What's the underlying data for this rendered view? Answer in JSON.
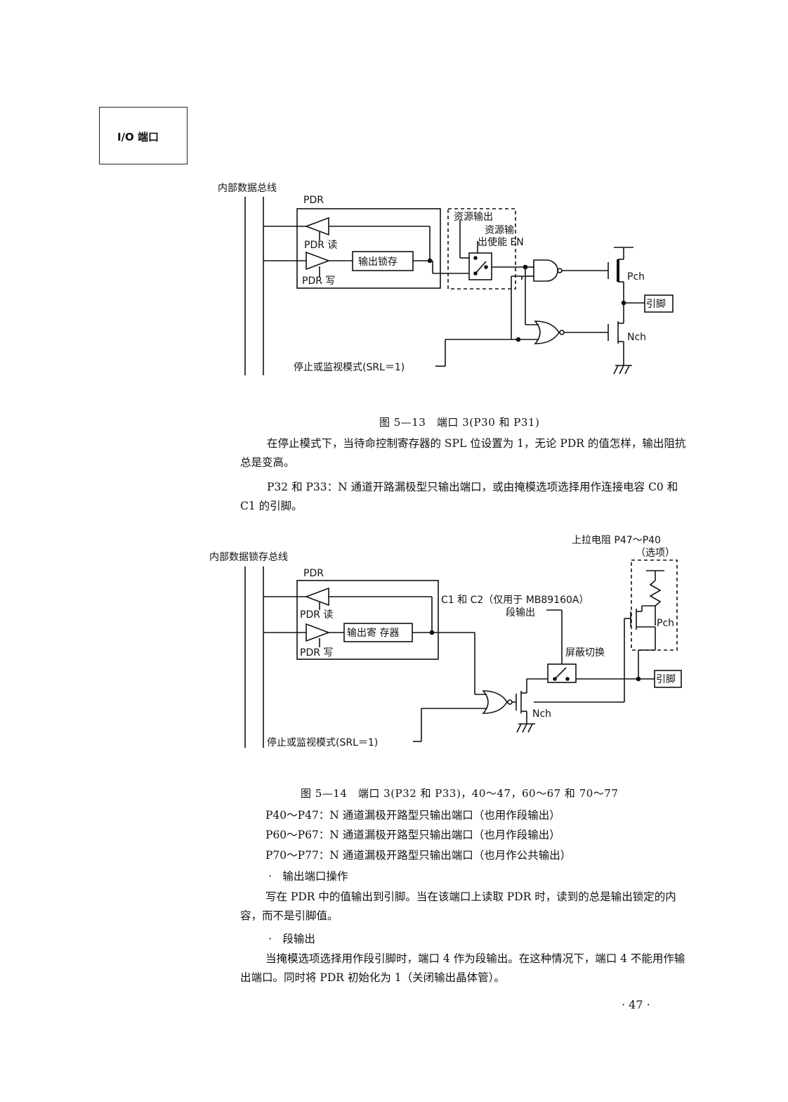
{
  "header": {
    "section_label": "I/O 端口"
  },
  "figure1": {
    "bus_label": "内部数据总线",
    "pdr_label": "PDR",
    "pdr_read": "PDR 读",
    "pdr_write": "PDR 写",
    "latch_label": "输出锁存",
    "resource_output": "资源输出",
    "resource_enable_1": "资源输",
    "resource_enable_2": "出使能 EN",
    "pch": "Pch",
    "nch": "Nch",
    "pin": "引脚",
    "stop_mode": "停止或监视模式(SRL＝1)",
    "caption": "图 5—13　端口 3(P30 和 P31)"
  },
  "text1": {
    "para1": "在停止模式下，当待命控制寄存器的 SPL 位设置为 1，无论 PDR 的值怎样，输出阻抗总是变高。",
    "para2": "P32 和 P33：N 通道开路漏极型只输出端口，或由掩模选项选择用作连接电容 C0 和 C1 的引脚。"
  },
  "figure2": {
    "pullup_label": "上拉电阻 P47～P40",
    "option_label": "（选项）",
    "bus_label": "内部数据锁存总线",
    "pdr_label": "PDR",
    "pdr_read": "PDR 读",
    "pdr_write": "PDR 写",
    "register_label": "输出寄 存器",
    "c1c2_label": "C1 和 C2（仅用于 MB89160A）",
    "segment_output": "段输出",
    "mask_switch": "屏蔽切换",
    "pch": "Pch",
    "nch": "Nch",
    "pin": "引脚",
    "stop_mode": "停止或监视模式(SRL＝1)",
    "caption": "图 5—14　端口 3(P32 和 P33)，40～47，60～67 和 70～77"
  },
  "text2": {
    "line1": "P40～P47：N 通道漏极开路型只输出端口（也用作段输出）",
    "line2": "P60～P67：N 通道漏极开路型只输出端口（也月作段输出）",
    "line3": "P70～P77：N 通道漏极开路型只输出端口（也月作公共输出）",
    "bullet1": "·　输出端口操作",
    "para3": "写在 PDR 中的值输出到引脚。当在该端口上读取 PDR 时，读到的总是输出锁定的内容，而不是引脚值。",
    "bullet2": "·　段输出",
    "para4": "当掩模选项选择用作段引脚时，端口 4 作为段输出。在这种情况下，端口 4 不能用作输出端口。同时将 PDR 初始化为 1（关闭输出晶体管）。"
  },
  "footer": {
    "page_number": "· 47 ·"
  }
}
